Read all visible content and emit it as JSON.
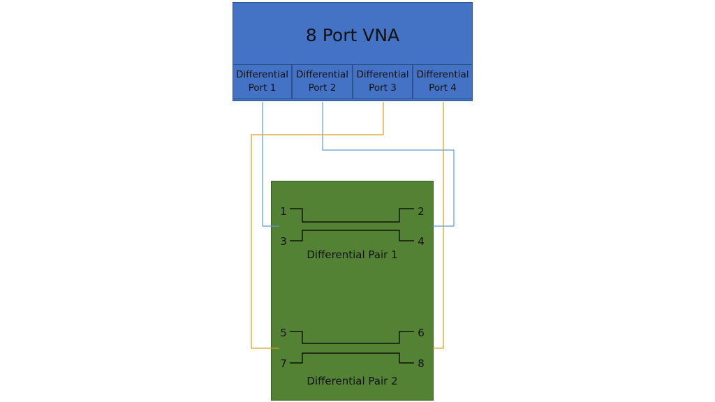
{
  "vna": {
    "title": "8 Port VNA",
    "ports": [
      {
        "line1": "Differential",
        "line2": "Port 1"
      },
      {
        "line1": "Differential",
        "line2": "Port 2"
      },
      {
        "line1": "Differential",
        "line2": "Port 3"
      },
      {
        "line1": "Differential",
        "line2": "Port 4"
      }
    ]
  },
  "dut": {
    "pins": [
      "1",
      "2",
      "3",
      "4",
      "5",
      "6",
      "7",
      "8"
    ],
    "pairs": [
      "Differential Pair 1",
      "Differential Pair 2"
    ]
  },
  "colors": {
    "vna_fill": "#4472C4",
    "dut_fill": "#548235",
    "wire_blue": "#5B9BD5",
    "wire_gold": "#D4A017"
  }
}
